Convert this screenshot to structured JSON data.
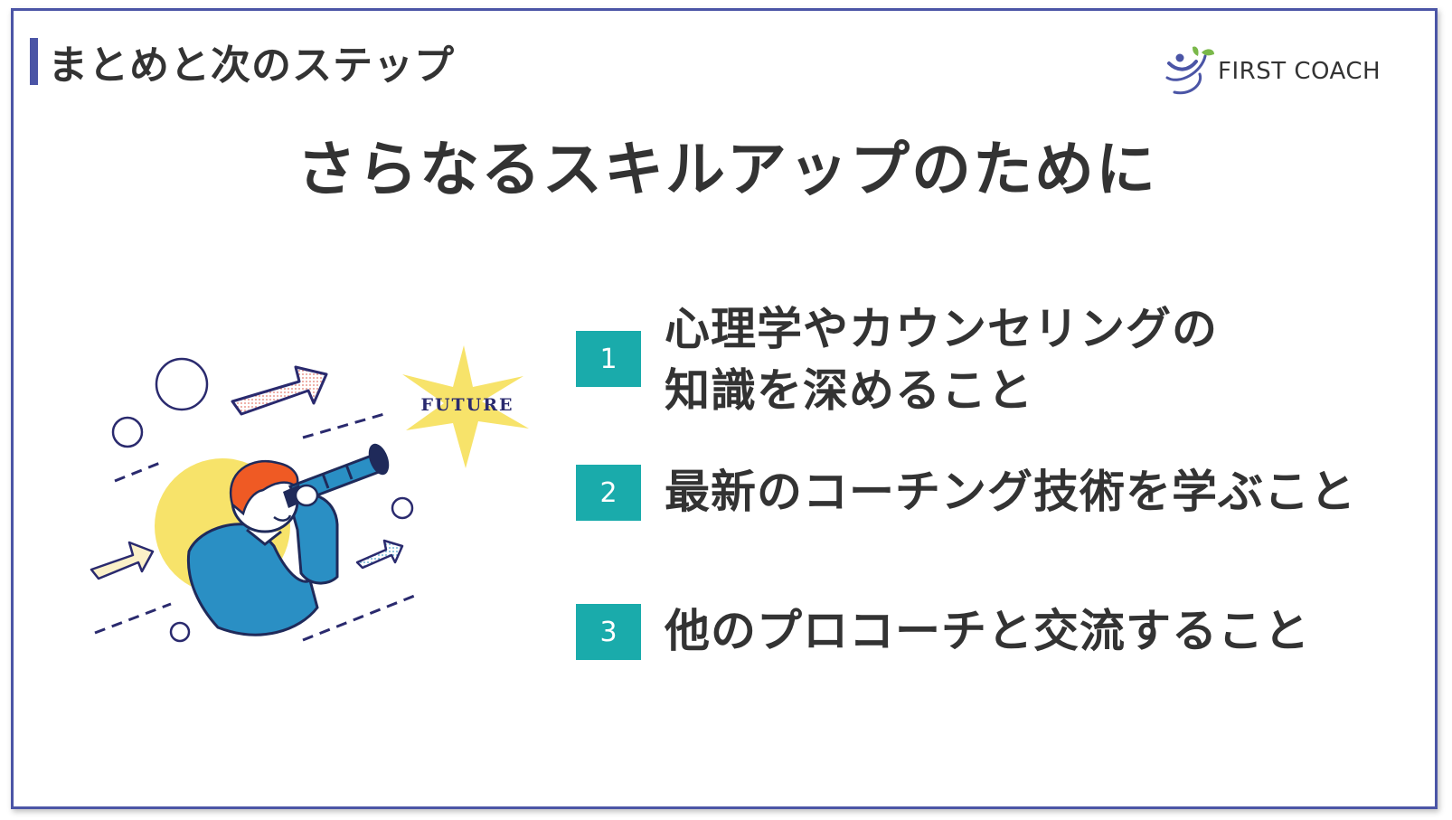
{
  "header": {
    "section_title": "まとめと次のステップ",
    "logo_text": "FIRST COACH"
  },
  "main": {
    "title": "さらなるスキルアップのために",
    "illustration_label": "FUTURE"
  },
  "steps": [
    {
      "number": "1",
      "line1": "心理学やカウンセリングの",
      "line2": "知識を深めること"
    },
    {
      "number": "2",
      "line1": "最新のコーチング技術を学ぶこと"
    },
    {
      "number": "3",
      "line1": "他のプロコーチと交流すること"
    }
  ],
  "colors": {
    "accent": "#4b55a6",
    "step_badge": "#1aabab",
    "text": "#333333",
    "sun": "#f7e36a",
    "shirt": "#2a8fc4",
    "hair": "#ef5a24"
  }
}
